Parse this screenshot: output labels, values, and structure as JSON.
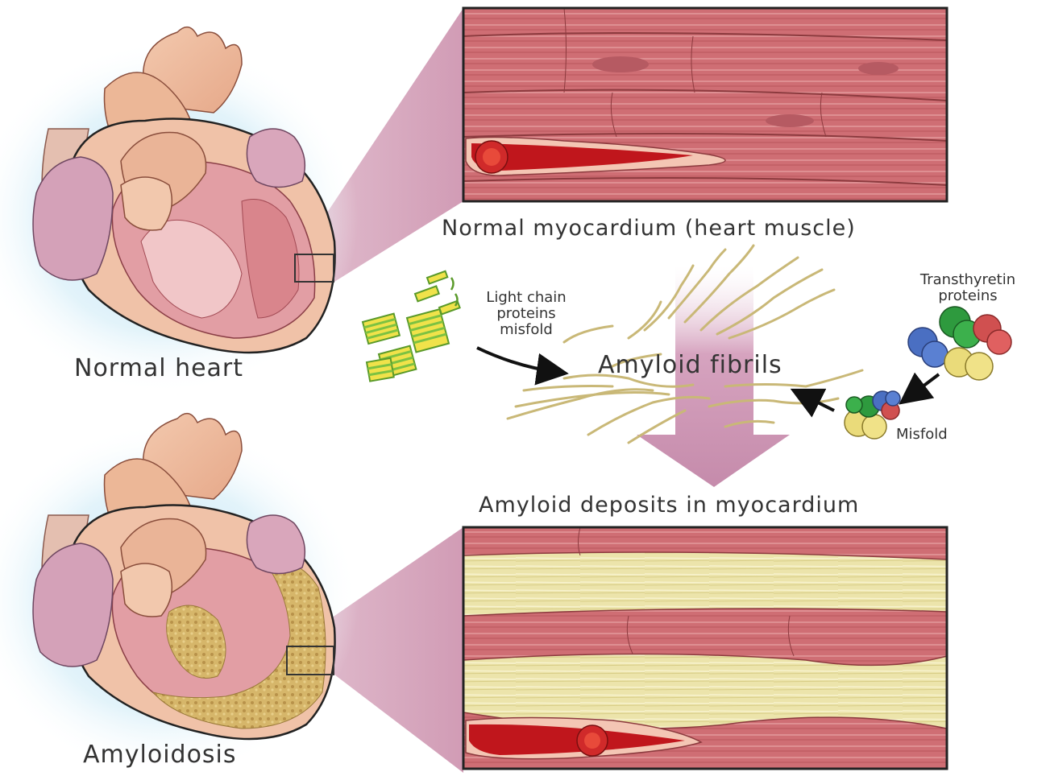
{
  "labels": {
    "normal_heart": "Normal heart",
    "amyloidosis": "Amyloidosis",
    "normal_myocardium": "Normal myocardium (heart muscle)",
    "amyloid_fibrils": "Amyloid fibrils",
    "amyloid_deposits": "Amyloid deposits in myocardium",
    "light_chain": "Light chain\nproteins\nmisfold",
    "transthyretin": "Transthyretin\nproteins",
    "misfold": "Misfold"
  },
  "colors": {
    "muscle": "#c9666c",
    "muscle_light": "#e79a9a",
    "amyloid": "#e8dfa3",
    "blood": "#c0161c",
    "glow": "#b9dff2",
    "arrow_band": "#d6a3bf",
    "fibril": "#d6c98c",
    "lc_green": "#7cc242",
    "lc_yellow": "#f0e24a"
  }
}
